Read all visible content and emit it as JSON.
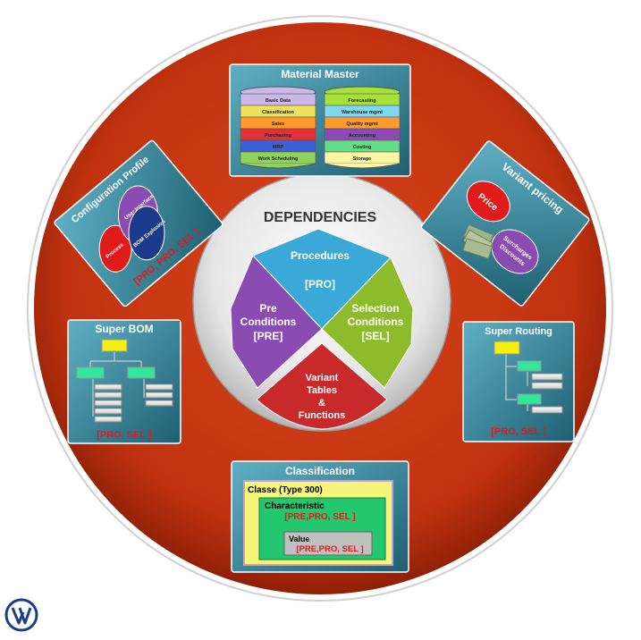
{
  "center": {
    "title": "DEPENDENCIES",
    "procedures": "Procedures",
    "procedures_code": "[PRO]",
    "pre_line1": "Pre",
    "pre_line2": "Conditions",
    "pre_code": "[PRE]",
    "sel_line1": "Selection",
    "sel_line2": "Conditions",
    "sel_code": "[SEL]",
    "vt_line1": "Variant",
    "vt_line2": "Tables",
    "vt_line3": "&",
    "vt_line4": "Functions"
  },
  "material_master": {
    "title": "Material Master",
    "left_stack": [
      "Basic Data",
      "Classification",
      "Sales",
      "Purchasing",
      "MRP",
      "Work Scheduling"
    ],
    "right_stack": [
      "Forecasting",
      "Warehouse mgmt",
      "Quality mgmt",
      "Accounting",
      "Costing",
      "Storage"
    ]
  },
  "configuration_profile": {
    "title": "Configuration Profile",
    "process": "Process",
    "user_interface": "User Interface",
    "bom_explosion": "BOM Explosion",
    "code": "[PRO, PRO, SEL ]"
  },
  "variant_pricing": {
    "title": "Variant pricing",
    "price": "Price",
    "surcharges": "Surcharges",
    "discounts": "Discounts"
  },
  "super_bom": {
    "title": "Super BOM",
    "code": "[PRO, SEL ]"
  },
  "super_routing": {
    "title": "Super Routing",
    "code": "[PRO, SEL ]"
  },
  "classification": {
    "title": "Classification",
    "classe": "Classe (Type 300)",
    "characteristic": "Characteristic",
    "characteristic_code": "[PRE,PRO, SEL ]",
    "value": "Value",
    "value_code": "[PRE,PRO, SEL ]"
  },
  "colors": {
    "outer_red": "#c0320f",
    "panel_teal": "#2a6f82",
    "procedures_blue": "#3aa9d8",
    "pre_purple": "#8a4cb2",
    "sel_green": "#8dbb2c",
    "vt_red": "#c8292a"
  },
  "logo_icon": "vv-logo-icon"
}
